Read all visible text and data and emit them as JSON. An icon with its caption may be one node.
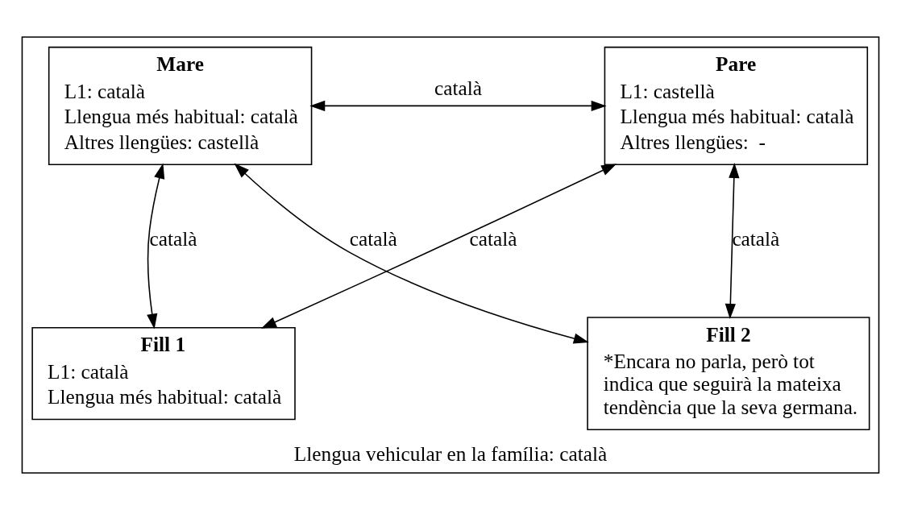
{
  "diagram": {
    "nodes": [
      {
        "text": [
          "Llengua vehicular en la família: català"
        ]
      },
      {
        "text": [
          "Mare",
          "L1: català",
          "Llengua més habitual: català",
          "Altres llengües: castellà"
        ],
        "in": 0
      },
      {
        "text": [
          "Pare",
          "L1: castellà",
          "Llengua més habitual: català",
          "Altres llengües:  -"
        ],
        "in": 0
      },
      {
        "text": [
          "Fill 1",
          "L1: català",
          "Llengua més habitual: català"
        ],
        "in": 0
      },
      {
        "text": [
          "Fill 2",
          "*Encara no parla, però tot indica que seguirà la mateixa tendència que la seva germana."
        ],
        "in": 0
      }
    ],
    "edges": [
      {
        "from": 1,
        "to": 2,
        "arrow": "both",
        "label": "català"
      },
      {
        "from": 1,
        "to": 3,
        "arrow": "both",
        "label": "català"
      },
      {
        "from": 2,
        "to": 3,
        "arrow": "both",
        "label": "català"
      },
      {
        "from": 1,
        "to": 4,
        "arrow": "both",
        "label": "català"
      },
      {
        "from": 2,
        "to": 4,
        "arrow": "both",
        "label": "català"
      }
    ]
  }
}
